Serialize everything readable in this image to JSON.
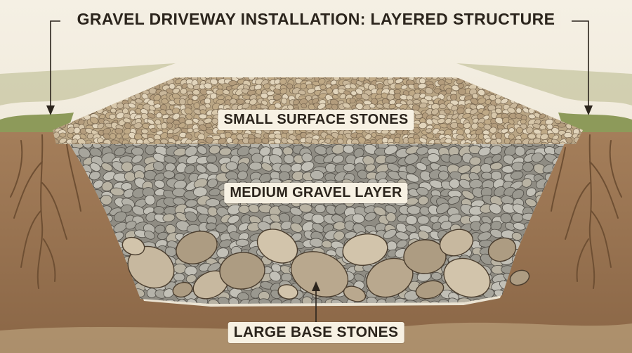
{
  "title": "GRAVEL DRIVEWAY INSTALLATION: LAYERED STRUCTURE",
  "layers": [
    {
      "id": "surface",
      "label": "SMALL SURFACE STONES"
    },
    {
      "id": "medium",
      "label": "MEDIUM GRAVEL LAYER"
    },
    {
      "id": "base",
      "label": "LARGE BASE STONES"
    }
  ],
  "colors": {
    "background": "#f3eee2",
    "soil": "#9a7451",
    "soil_dark": "#6e4f33",
    "grass": "#8d9a5a",
    "surface_stone": "#c9b79a",
    "medium_stone": "#a7a59c",
    "base_stone": "#b9a88e",
    "ink": "#2b241c"
  },
  "icons": [
    "arrow-down-icon",
    "arrow-up-icon",
    "root-icon"
  ]
}
